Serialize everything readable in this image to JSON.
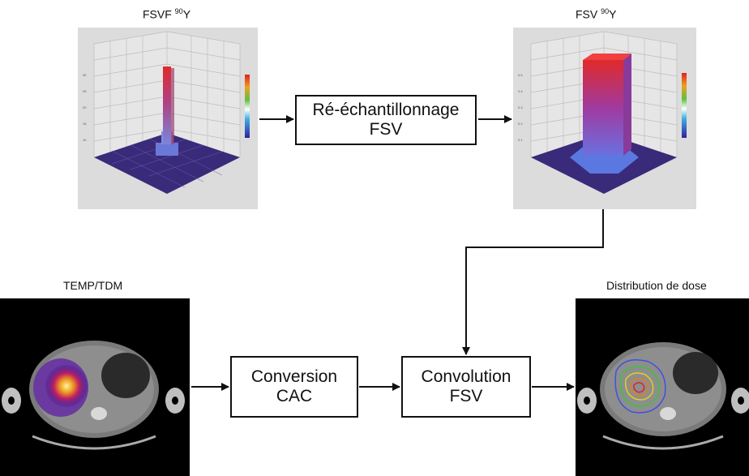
{
  "labels": {
    "fsvf_prefix": "FSVF ",
    "fsvf_isotope_mass": "90",
    "fsvf_isotope": "Y",
    "fsv_prefix": "FSV ",
    "fsv_isotope_mass": "90",
    "fsv_isotope": "Y",
    "temp_tdm": "TEMP/TDM",
    "dose_distribution": "Distribution de dose"
  },
  "boxes": {
    "resampling_line1": "Ré-échantillonnage",
    "resampling_line2": "FSV",
    "conversion_line1": "Conversion",
    "conversion_line2": "CAC",
    "convolution_line1": "Convolution",
    "convolution_line2": "FSV"
  },
  "colors": {
    "arrow": "#111111",
    "plot_background": "#d9d9d9",
    "plot_floor": "#3a2a7a",
    "peak_top": "#e02a2a",
    "peak_bottom": "#5a6ad6",
    "ct_background": "#000000"
  }
}
